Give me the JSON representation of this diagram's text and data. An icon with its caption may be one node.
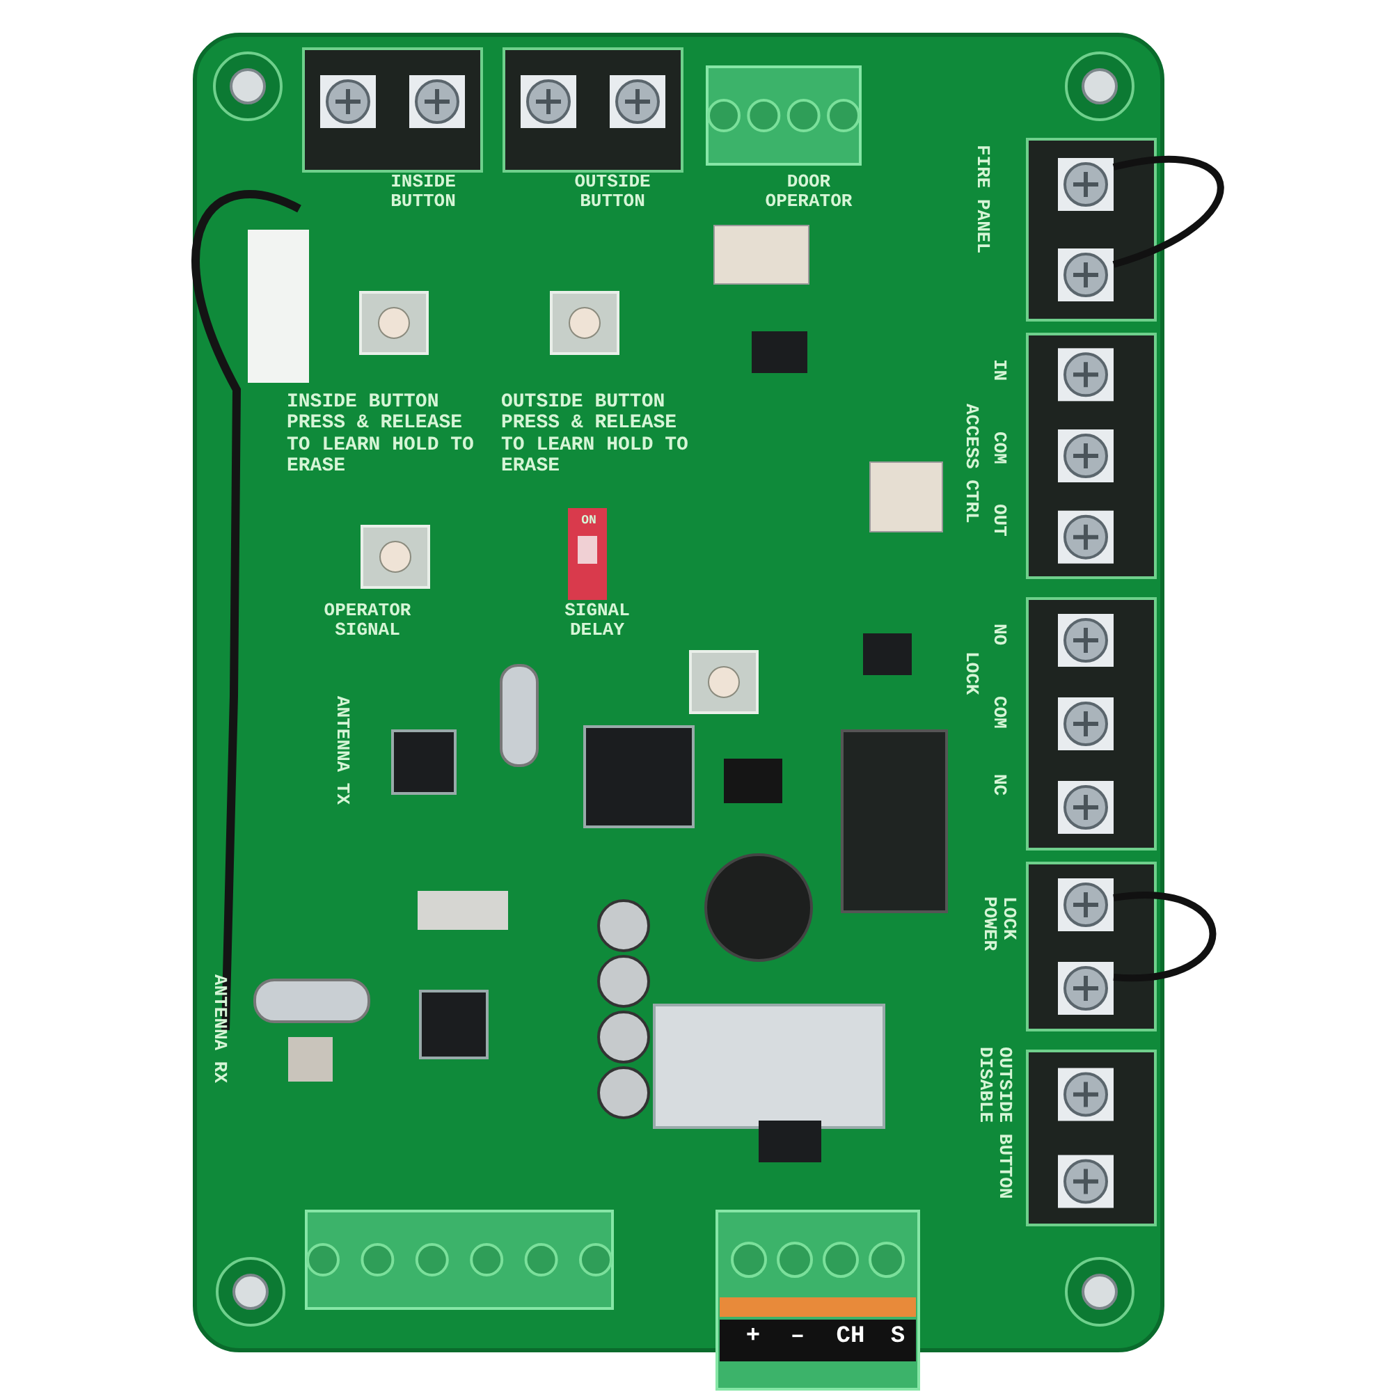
{
  "diagram": {
    "labels": [
      "INSIDE BUTTON",
      "OUTSIDE BUTTON",
      "DOOR OPERATOR",
      "FIRE PANEL",
      "INSIDE BUTTON PRESS & RELEASE TO LEARN HOLD TO ERASE",
      "OUTSIDE BUTTON PRESS & RELEASE TO LEARN HOLD TO ERASE",
      "IN",
      "ACCESS CTRL",
      "COM",
      "OUT",
      "OPERATOR SIGNAL",
      "ON",
      "SIGNAL DELAY",
      "NO",
      "LOCK",
      "COM",
      "NC",
      "ANTENNA TX",
      "LOCK POWER",
      "OUTSIDE BUTTON DISABLE",
      "ANTENNA RX",
      "+",
      "–",
      "CH",
      "S"
    ]
  }
}
